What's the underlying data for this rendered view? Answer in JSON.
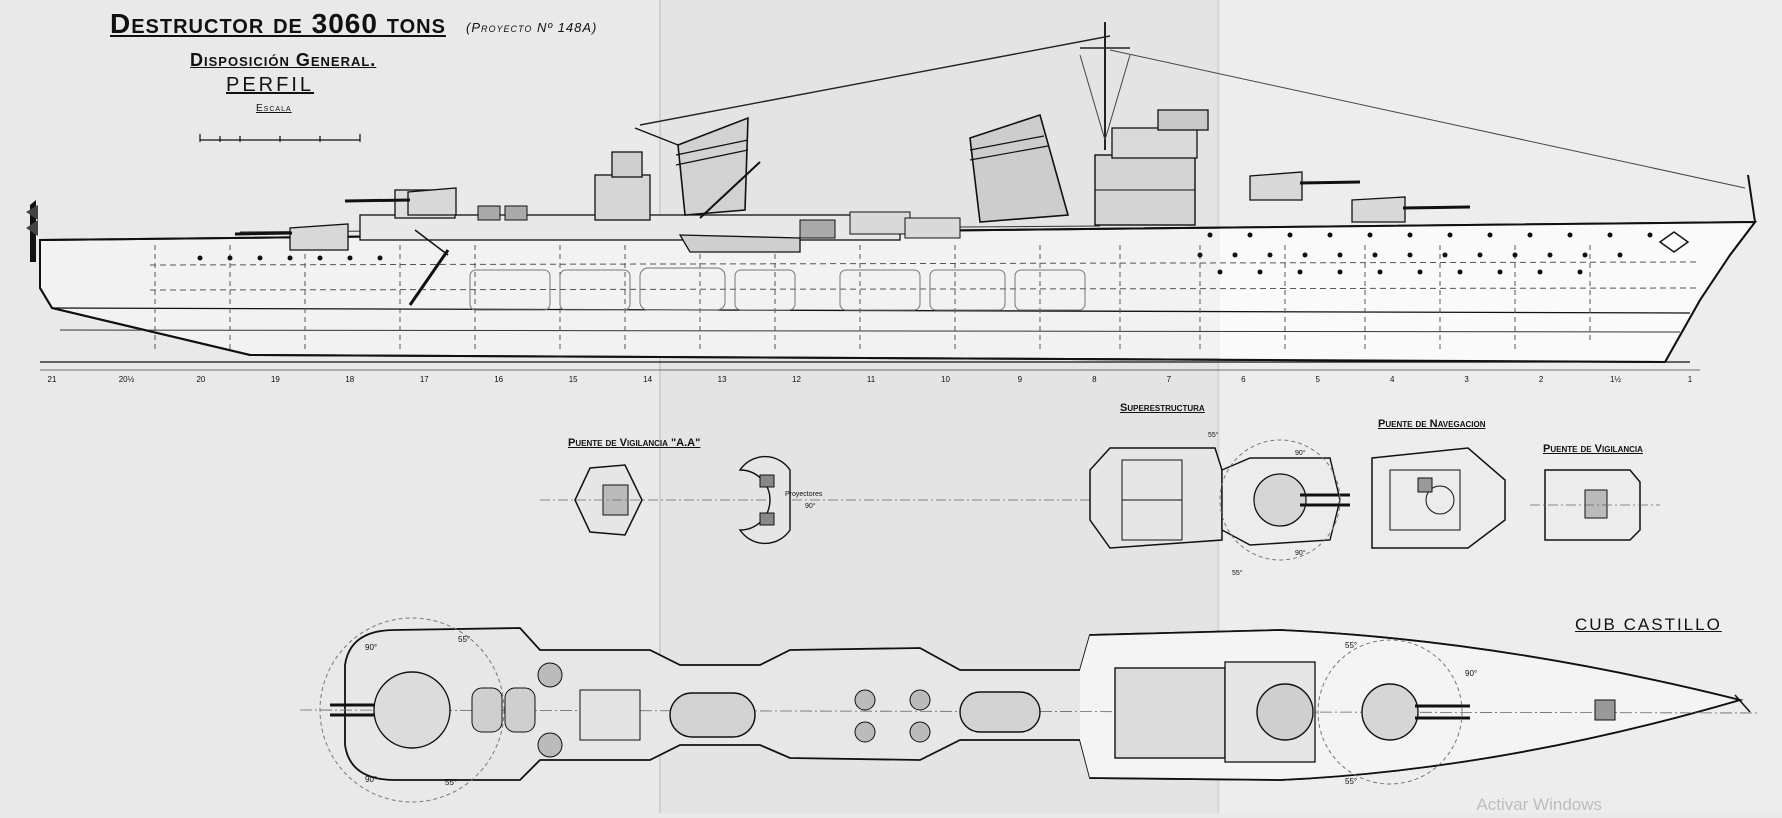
{
  "title": {
    "main": "Destructor de 3060 tons",
    "project": "(Proyecto Nº 148A)",
    "subtitle": "Disposición General.",
    "view": "PERFIL",
    "scale_label": "Escala"
  },
  "views": {
    "aa_watch_bridge": "Puente de Vigilancia \"A.A\"",
    "superstructure": "Superestructura",
    "navigation_bridge": "Puente de Navegacion",
    "watch_bridge": "Puente de Vigilancia",
    "forecastle_deck": "CUB CASTILLO",
    "projectors": "Proyectores"
  },
  "frame_numbers": [
    "21",
    "20½",
    "20",
    "19",
    "18",
    "17",
    "16",
    "15",
    "14",
    "13",
    "12",
    "11",
    "10",
    "9",
    "8",
    "7",
    "6",
    "5",
    "4",
    "3",
    "2",
    "1½",
    "1"
  ],
  "angle_labels": {
    "plan_aft": [
      "90°",
      "55°",
      "90°",
      "55°"
    ],
    "plan_fwd": [
      "55°",
      "90°",
      "55°"
    ],
    "superstructure": [
      "55°",
      "90°",
      "90°",
      "55°"
    ],
    "projectors": "90°"
  },
  "watermark": "Activar Windows",
  "colors": {
    "paper": "#e9e9e9",
    "ink": "#111111",
    "mid": "#6a6a6a"
  }
}
